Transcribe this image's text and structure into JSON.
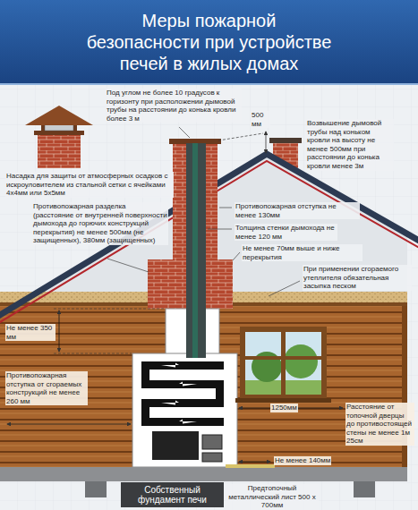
{
  "diagram": {
    "title": "Меры пожарной безопасности при устройстве печей в жилых домах",
    "nodes": [
      {
        "text": [
          "Собственный фундамент печи"
        ]
      }
    ],
    "labels": [
      "Под углом не более 10 градусов к горизонту при расположении дымовой трубы на расстоянии до конька кровли более 3 м",
      "500 мм",
      "Возвышение дымовой трубы над коньком кровли на высоту не менее 500мм при расстоянии до конька кровли менее 3м",
      "Насадка для защиты от атмосферных осадков с искроуловителем из стальной сетки с ячейками 4х4мм или 5х5мм",
      "Противопожарная разделка (расстояние от внутренней поверхности дымохода до горючих конструкций перекрытия) не менее 500мм (не защищенных), 380мм (защищенных)",
      "Противопожарная отступка не менее 130мм",
      "Толщина стенки дымохода не менее 120 мм",
      "Не менее 70мм выше и ниже перекрытия",
      "При применении сгораемого утеплителя обязательная засыпка песком",
      "Не менее 350 мм",
      "Противопожарная отступка от сгораемых конструкций не менее 260 мм",
      "1250мм",
      "Расстояние от топочной дверцы до противостоящей стены не менее 1м 25см",
      "Не менее 140мм",
      "Предтопочный металлический лист 500 x 700мм"
    ]
  }
}
